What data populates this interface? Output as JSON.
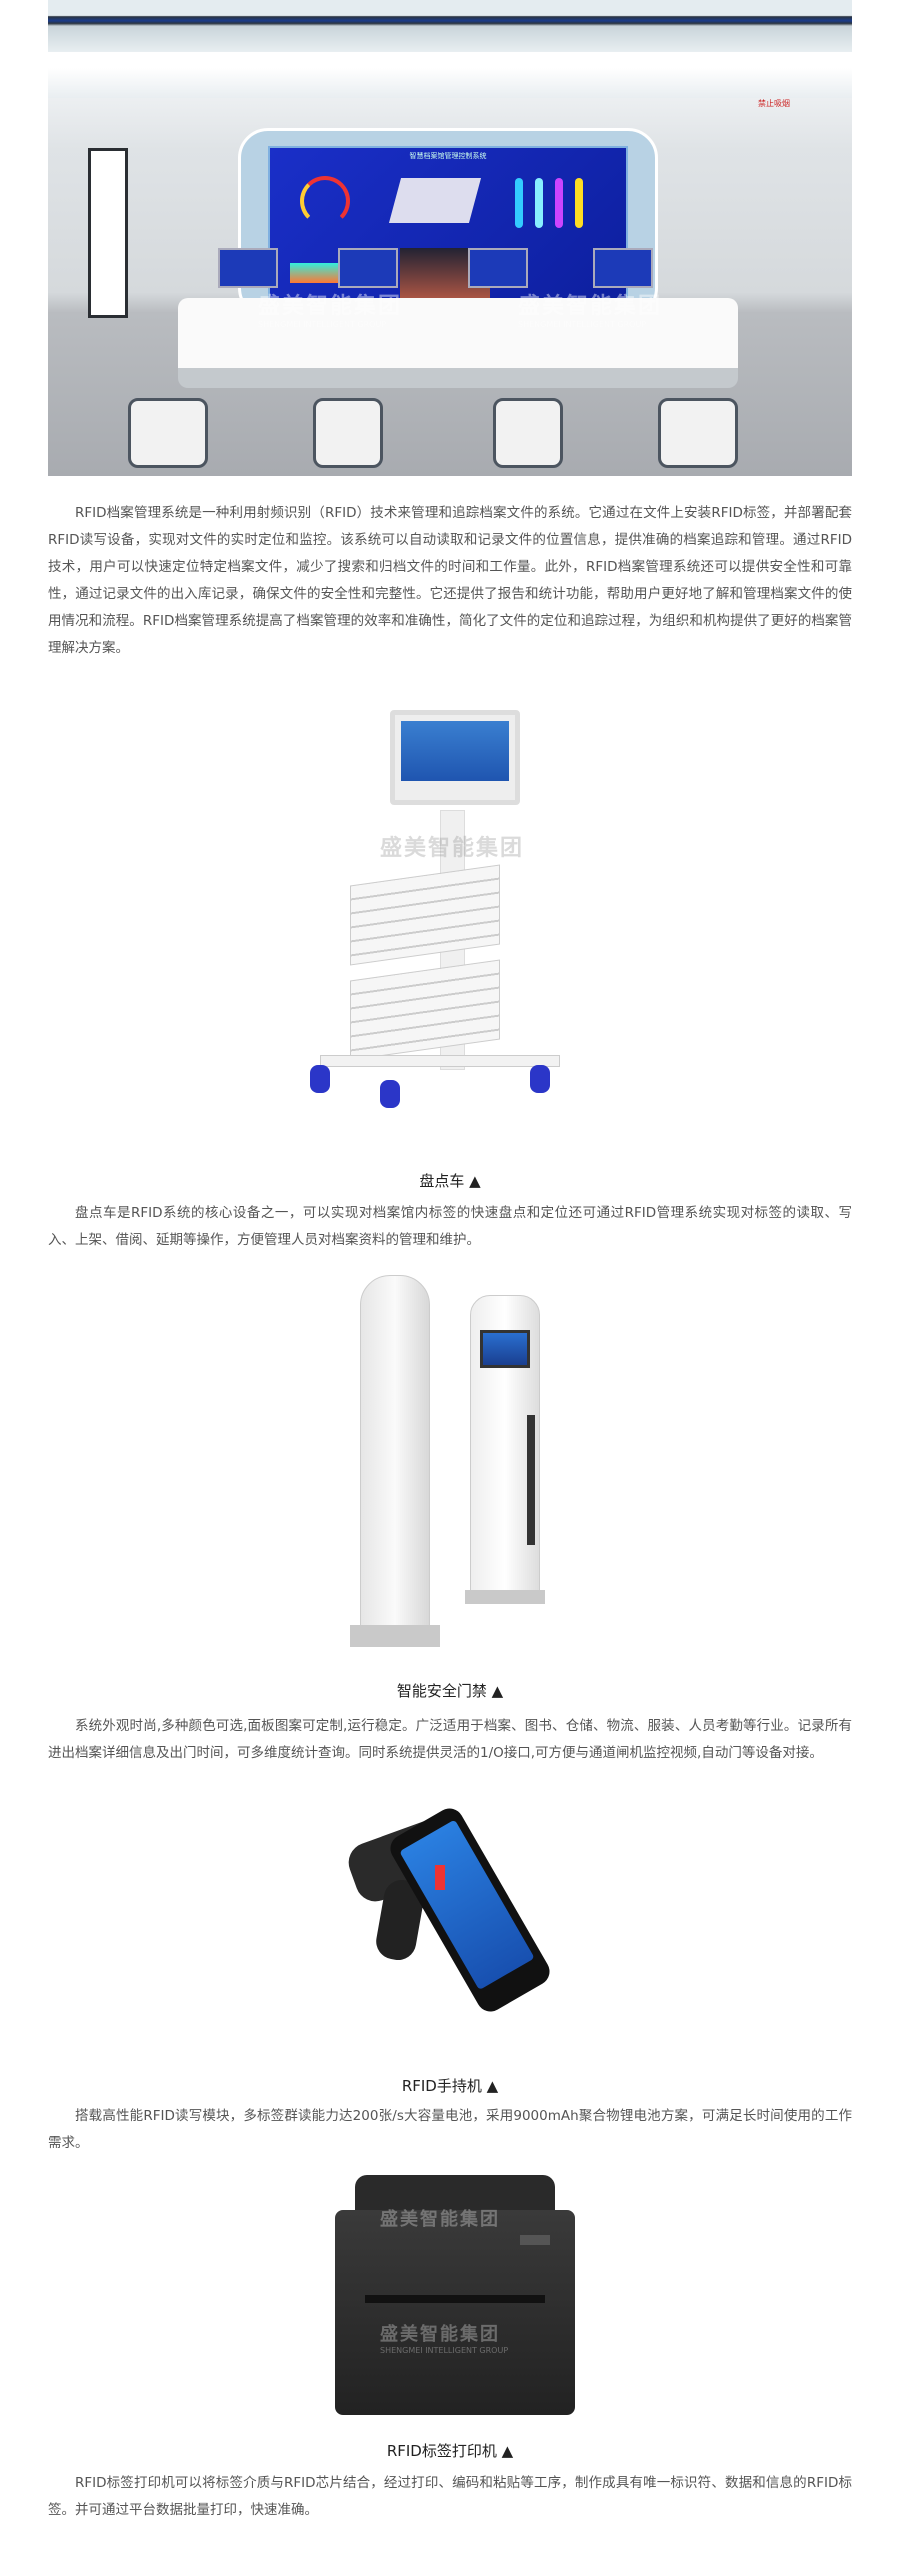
{
  "watermark": {
    "cn": "盛美智能集团",
    "en": "SHENGMEI INTELLIGENT GROUP"
  },
  "hero": {
    "screen_title": "智慧档案馆管理控制系统",
    "sign": "禁止吸烟"
  },
  "intro": "RFID档案管理系统是一种利用射频识别（RFID）技术来管理和追踪档案文件的系统。它通过在文件上安装RFID标签，并部署配套RFID读写设备，实现对文件的实时定位和监控。该系统可以自动读取和记录文件的位置信息，提供准确的档案追踪和管理。通过RFID技术，用户可以快速定位特定档案文件，减少了搜索和归档文件的时间和工作量。此外，RFID档案管理系统还可以提供安全性和可靠性，通过记录文件的出入库记录，确保文件的安全性和完整性。它还提供了报告和统计功能，帮助用户更好地了解和管理档案文件的使用情况和流程。RFID档案管理系统提高了档案管理的效率和准确性，简化了文件的定位和追踪过程，为组织和机构提供了更好的档案管理解决方案。",
  "products": [
    {
      "caption": "盘点车 ▲",
      "desc": "盘点车是RFID系统的核心设备之一，可以实现对档案馆内标签的快速盘点和定位还可通过RFID管理系统实现对标签的读取、写入、上架、借阅、延期等操作，方便管理人员对档案资料的管理和维护。"
    },
    {
      "caption": "智能安全门禁 ▲",
      "desc": "系统外观时尚,多种颜色可选,面板图案可定制,运行稳定。广泛适用于档案、图书、仓储、物流、服装、人员考勤等行业。记录所有进出档案详细信息及出门时间，可多维度统计查询。同时系统提供灵活的1/O接口,可方便与通道闸机监控视频,自动门等设备对接。"
    },
    {
      "caption": "RFID手持机 ▲",
      "desc": "搭载高性能RFID读写模块，多标签群读能力达200张/s大容量电池，采用9000mAh聚合物锂电池方案，可满足长时间使用的工作需求。"
    },
    {
      "caption": "RFID标签打印机 ▲",
      "desc": "RFID标签打印机可以将标签介质与RFID芯片结合，经过打印、编码和粘贴等工序，制作成具有唯一标识符、数据和信息的RFID标签。并可通过平台数据批量打印，快速准确。"
    }
  ]
}
